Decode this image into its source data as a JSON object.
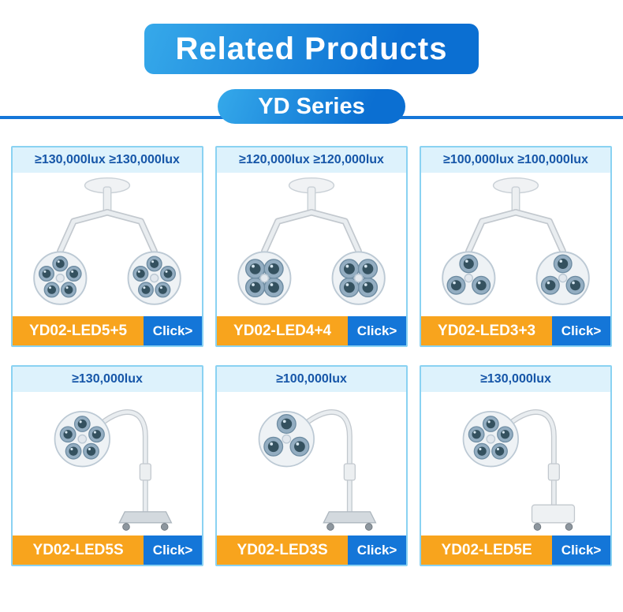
{
  "header": {
    "title": "Related Products",
    "series": "YD Series"
  },
  "colors": {
    "banner_gradient_start": "#36a9ea",
    "banner_gradient_end": "#0b6fd2",
    "card_border": "#8ad2f2",
    "spec_band_bg": "#ddf2fc",
    "spec_text": "#1656a8",
    "model_bg_orange": "#f8a41d",
    "click_bg_blue": "#1476d8",
    "divider_line": "#1476d8"
  },
  "products": [
    {
      "spec": "≥130,000lux ≥130,000lux",
      "model": "YD02-LED5+5",
      "click": "Click>",
      "lamp": {
        "type": "ceiling-dual",
        "modules": 5
      }
    },
    {
      "spec": "≥120,000lux ≥120,000lux",
      "model": "YD02-LED4+4",
      "click": "Click>",
      "lamp": {
        "type": "ceiling-dual",
        "modules": 4
      }
    },
    {
      "spec": "≥100,000lux ≥100,000lux",
      "model": "YD02-LED3+3",
      "click": "Click>",
      "lamp": {
        "type": "ceiling-dual",
        "modules": 3
      }
    },
    {
      "spec": "≥130,000lux",
      "model": "YD02-LED5S",
      "click": "Click>",
      "lamp": {
        "type": "floor-stand",
        "modules": 5
      }
    },
    {
      "spec": "≥100,000lux",
      "model": "YD02-LED3S",
      "click": "Click>",
      "lamp": {
        "type": "floor-stand",
        "modules": 3
      }
    },
    {
      "spec": "≥130,000lux",
      "model": "YD02-LED5E",
      "click": "Click>",
      "lamp": {
        "type": "floor-stand-e",
        "modules": 5
      }
    }
  ]
}
